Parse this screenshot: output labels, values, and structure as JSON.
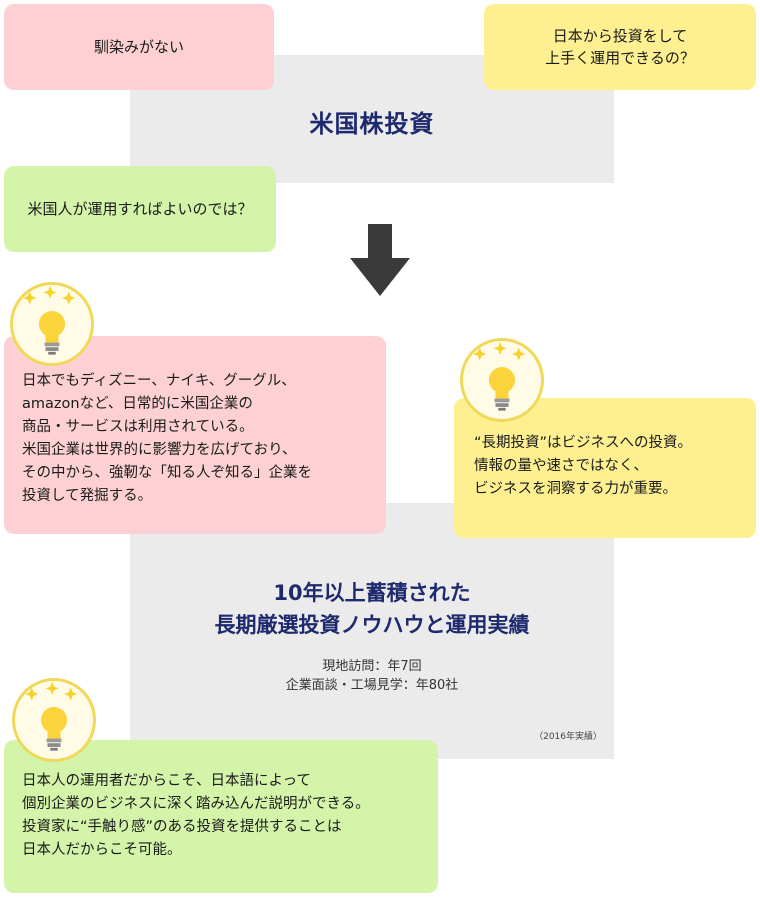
{
  "top_section": {
    "title": "米国株投資",
    "concern_left": "馴染みがない",
    "concern_right": "日本から投資をして\n上手く運用できるの？",
    "concern_green": "米国人が運用すればよいのでは？"
  },
  "points": {
    "pink": "日本でもディズニー、ナイキ、グーグル、\namazonなど、日常的に米国企業の\n商品・サービスは利用されている。\n米国企業は世界的に影響力を広げており、\nその中から、強靭な「知る人ぞ知る」企業を\n投資して発掘する。",
    "yellow": "“長期投資”はビジネスへの投資。\n情報の量や速さではなく、\nビジネスを洞察する力が重要。",
    "green": "日本人の運用者だからこそ、日本語によって\n個別企業のビジネスに深く踏み込んだ説明ができる。\n投資家に“手触り感”のある投資を提供することは\n日本人だからこそ可能。"
  },
  "middle_section": {
    "headline": "10年以上蓄積された\n長期厳選投資ノウハウと運用実績",
    "stats": "現地訪問：年7回\n企業面談・工場見学：年80社",
    "note": "（2016年実績）"
  },
  "colors": {
    "pink": "#fdd1d3",
    "yellow": "#fef091",
    "green": "#d3f4a9",
    "panel": "#ebebeb",
    "navy": "#1e2a6e",
    "arrow": "#3a3a3a"
  },
  "icons": [
    "lightbulb-icon",
    "down-arrow-icon"
  ]
}
